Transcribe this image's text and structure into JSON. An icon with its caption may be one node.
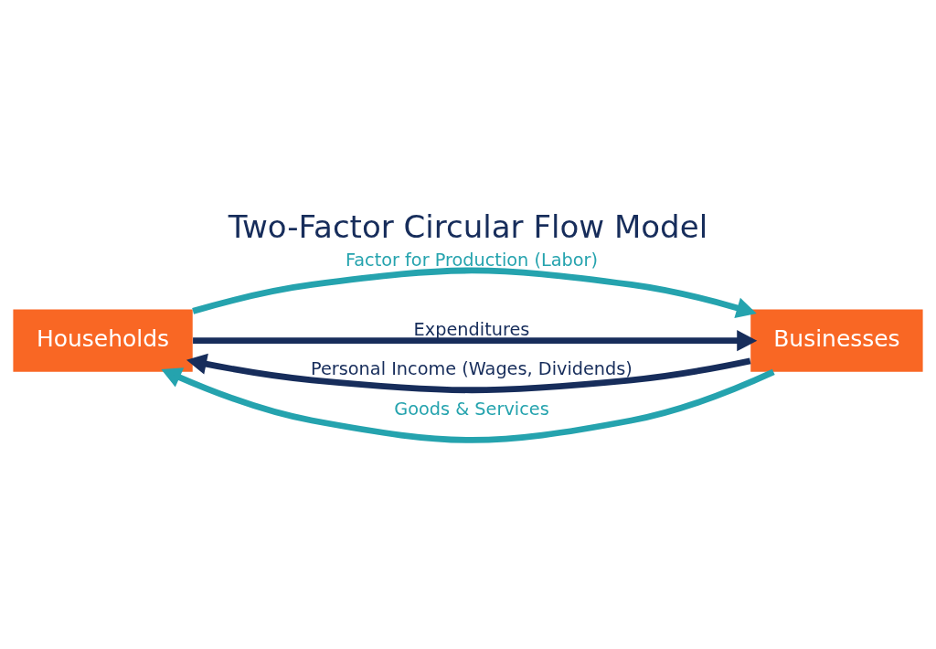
{
  "diagram": {
    "title": "Two-Factor Circular Flow Model",
    "nodes": [
      {
        "text": [
          "Households"
        ]
      },
      {
        "text": [
          "Businesses"
        ]
      }
    ],
    "edges": [
      {
        "from": 0,
        "to": 1,
        "arrow": "to",
        "label": "Factor for Production (Labor)",
        "color": "#25a3ae"
      },
      {
        "from": 1,
        "to": 0,
        "arrow": "to",
        "label": "Personal Income (Wages, Dividends)",
        "color": "#172d5b"
      },
      {
        "from": 0,
        "to": 1,
        "arrow": "to",
        "label": "Expenditures",
        "color": "#172d5b"
      },
      {
        "from": 1,
        "to": 0,
        "arrow": "to",
        "label": "Goods & Services",
        "color": "#25a3ae"
      }
    ]
  }
}
